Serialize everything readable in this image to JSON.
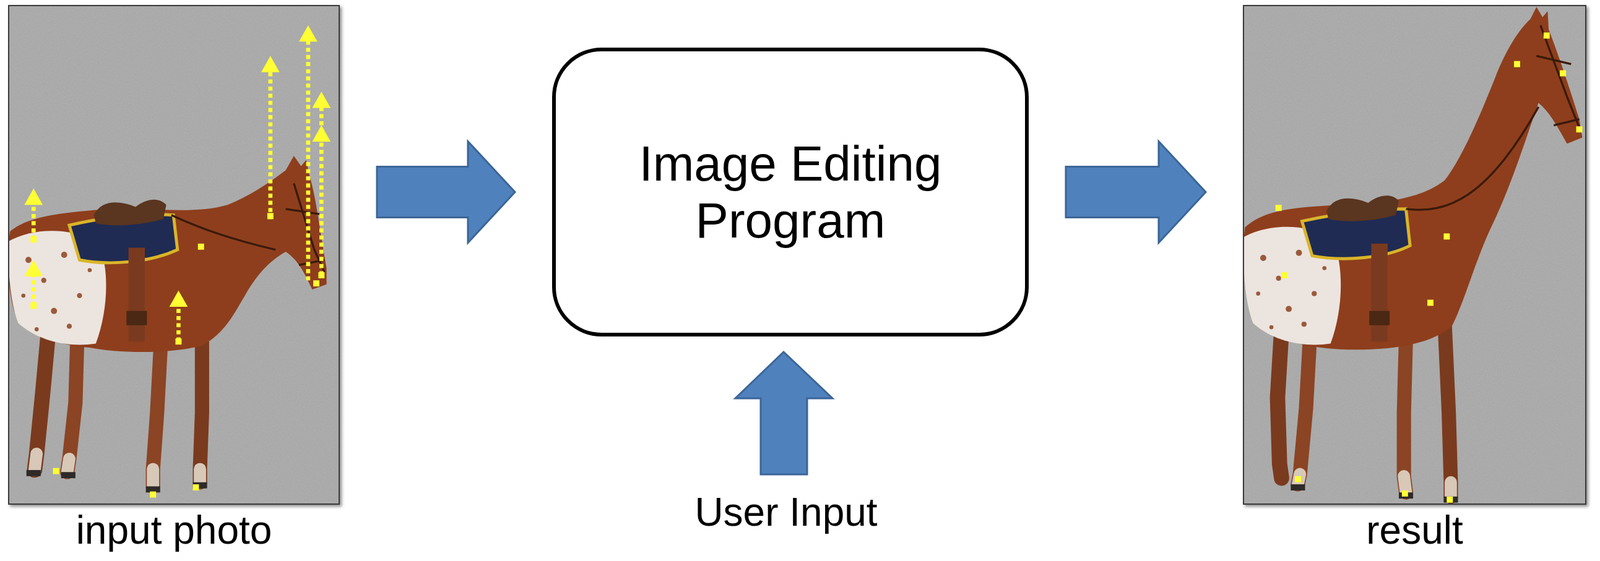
{
  "diagram": {
    "nodes": [
      {
        "text": [
          "input photo"
        ]
      },
      {
        "text": [
          "Image Editing Program"
        ]
      },
      {
        "text": [
          "result"
        ]
      }
    ],
    "edges": [
      {
        "from": 0,
        "to": 1,
        "arrow": "to"
      },
      {
        "from": 1,
        "to": 2,
        "arrow": "to"
      }
    ],
    "labels": [
      "User Input"
    ]
  }
}
